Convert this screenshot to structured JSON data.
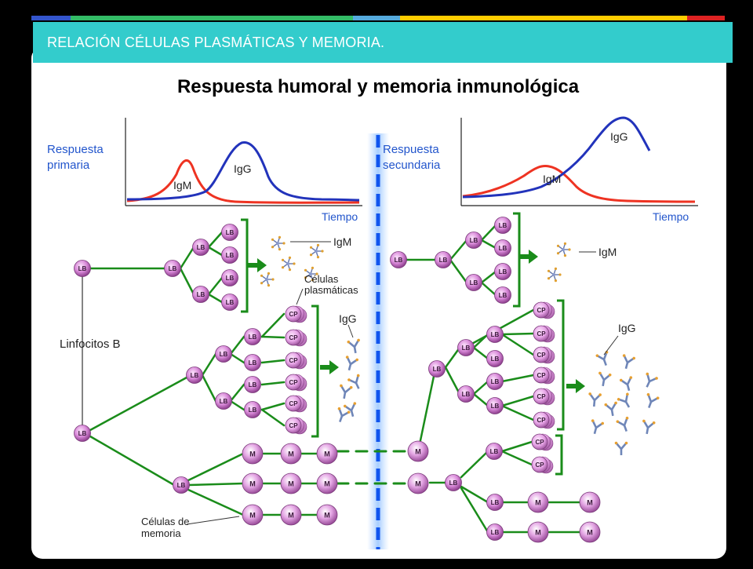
{
  "slide": {
    "header_title": "RELACIÓN CÉLULAS PLASMÁTICAS Y MEMORIA.",
    "colors": {
      "header": "#33cccc",
      "frame": "#000000",
      "line": "#1a8c1a",
      "igm_curve": "#ee3322",
      "igg_curve": "#2233bb",
      "divider": "#2266ee",
      "label_blue": "#2255cc"
    }
  },
  "diagram": {
    "title": "Respuesta humoral y memoria inmunológica",
    "primary": {
      "label_line1": "Respuesta",
      "label_line2": "primaria",
      "igm_curve_label": "IgM",
      "igg_curve_label": "IgG",
      "axis_label": "Tiempo",
      "igm_free_label": "IgM",
      "plasma_label_line1": "Células",
      "plasma_label_line2": "plasmáticas",
      "igg_free_label": "IgG",
      "lymphocytes_label": "Linfocitos B",
      "memory_label_line1": "Células de",
      "memory_label_line2": "memoria"
    },
    "secondary": {
      "label_line1": "Respuesta",
      "label_line2": "secundaria",
      "igm_curve_label": "IgM",
      "igg_curve_label": "IgG",
      "axis_label": "Tiempo",
      "igm_free_label": "IgM",
      "igg_free_label": "IgG"
    },
    "cell_labels": {
      "b_cell": "LB",
      "plasma_cell": "CP",
      "memory_cell": "M"
    },
    "antibody_icons": {
      "igm": "igm-pentamer-icon",
      "igg": "igg-y-icon"
    }
  }
}
